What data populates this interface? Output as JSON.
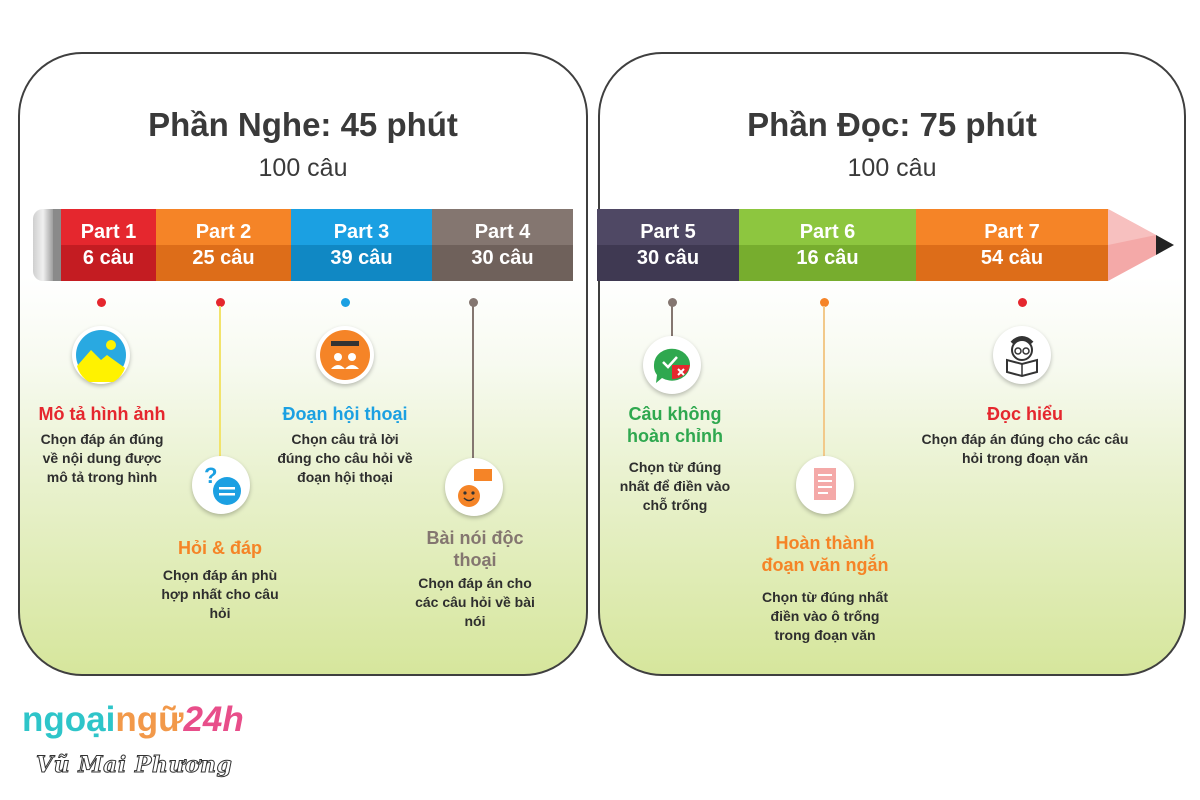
{
  "listening": {
    "title": "Phần Nghe: 45 phút",
    "subtitle": "100 câu",
    "parts": [
      {
        "name": "Part 1",
        "count": "6 câu",
        "color": "#e5272e",
        "dark": "#c41c22"
      },
      {
        "name": "Part 2",
        "count": "25 câu",
        "color": "#f58427",
        "dark": "#dd6d19"
      },
      {
        "name": "Part 3",
        "count": "39 câu",
        "color": "#1ba0e2",
        "dark": "#1088c4"
      },
      {
        "name": "Part 4",
        "count": "30 câu",
        "color": "#847670",
        "dark": "#6f615b"
      }
    ],
    "items": [
      {
        "label": "Mô tả hình ảnh",
        "desc": [
          "Chọn đáp án đúng",
          "về nội dung được",
          "mô tả trong hình"
        ],
        "icon": "landscape-icon",
        "color": "#e5272e"
      },
      {
        "label": "Hỏi & đáp",
        "desc": [
          "Chọn đáp án phù",
          "hợp nhất cho câu",
          "hỏi"
        ],
        "icon": "question-chat-icon",
        "color": "#f58427"
      },
      {
        "label": "Đoạn hội thoại",
        "desc": [
          "Chọn câu trả lời",
          "đúng cho câu hỏi về",
          "đoạn hội thoại"
        ],
        "icon": "conversation-icon",
        "color": "#1ba0e2"
      },
      {
        "label": "Bài nói độc",
        "label2": "thoại",
        "desc": [
          "Chọn đáp án cho",
          "các câu hỏi về bài",
          "nói"
        ],
        "icon": "speaker-icon",
        "color": "#847670"
      }
    ]
  },
  "reading": {
    "title": "Phần Đọc: 75 phút",
    "subtitle": "100 câu",
    "parts": [
      {
        "name": "Part 5",
        "count": "30 câu",
        "color": "#4f4864",
        "dark": "#3f3952"
      },
      {
        "name": "Part 6",
        "count": "16 câu",
        "color": "#8dc63f",
        "dark": "#77ad2e"
      },
      {
        "name": "Part 7",
        "count": "54 câu",
        "color": "#f58427",
        "dark": "#dd6d19"
      }
    ],
    "items": [
      {
        "label": "Câu không",
        "label2": "hoàn chỉnh",
        "desc": [
          "Chọn từ đúng",
          "nhất để điền vào",
          "chỗ trống"
        ],
        "icon": "check-cross-icon",
        "color": "#2fa84f"
      },
      {
        "label": "Hoàn thành",
        "label2": "đoạn văn ngắn",
        "desc": [
          "Chọn từ đúng nhất",
          "điền vào ô trống",
          "trong đoạn văn"
        ],
        "icon": "document-icon",
        "color": "#f58427"
      },
      {
        "label": "Đọc hiểu",
        "desc": [
          "Chọn đáp án đúng cho các câu",
          "hỏi trong đoạn văn"
        ],
        "icon": "reader-icon",
        "color": "#e5272e"
      }
    ]
  },
  "logo": {
    "part1": "ngoại",
    "part2": "ngữ",
    "part3": "24h",
    "signature": "Vũ Mai Phương"
  }
}
